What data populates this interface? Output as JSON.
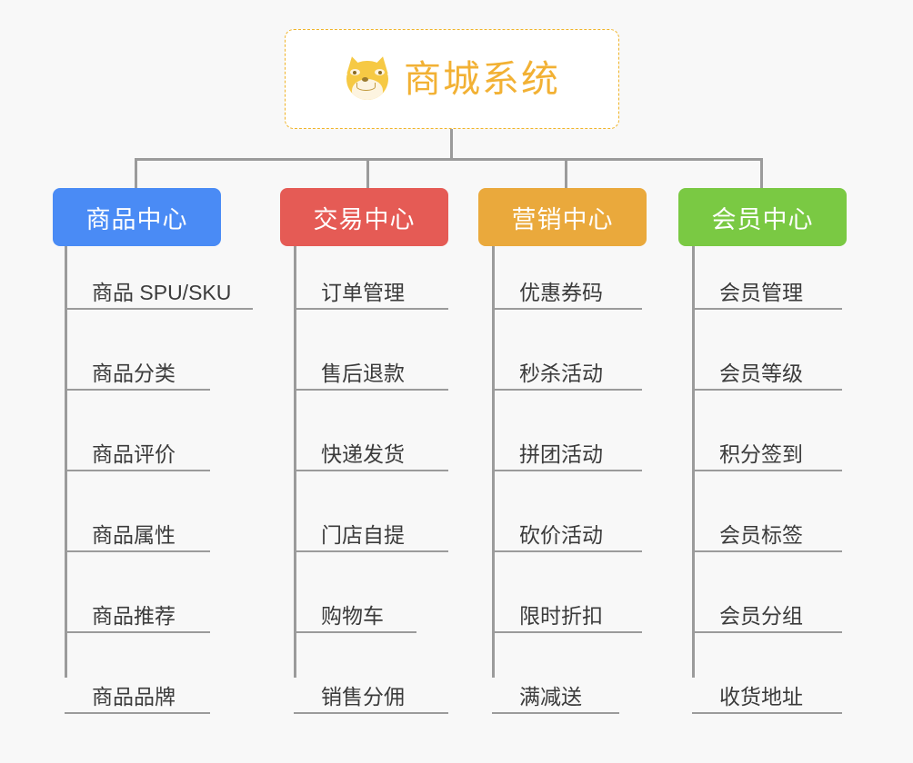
{
  "diagram": {
    "background_color": "#f8f8f8",
    "connector_color": "#9b9b9b",
    "root": {
      "title": "商城系统",
      "icon": "shiba-dog-face-icon",
      "text_color": "#f2b134",
      "border_color": "#f0b429",
      "background_color": "#ffffff"
    },
    "branches": [
      {
        "label": "商品中心",
        "color": "#4a8bf5",
        "items": [
          "商品 SPU/SKU",
          "商品分类",
          "商品评价",
          "商品属性",
          "商品推荐",
          "商品品牌"
        ]
      },
      {
        "label": "交易中心",
        "color": "#e55b55",
        "items": [
          "订单管理",
          "售后退款",
          "快递发货",
          "门店自提",
          "购物车",
          "销售分佣"
        ]
      },
      {
        "label": "营销中心",
        "color": "#eaa93c",
        "items": [
          "优惠券码",
          "秒杀活动",
          "拼团活动",
          "砍价活动",
          "限时折扣",
          "满减送"
        ]
      },
      {
        "label": "会员中心",
        "color": "#7ac943",
        "items": [
          "会员管理",
          "会员等级",
          "积分签到",
          "会员标签",
          "会员分组",
          "收货地址"
        ]
      }
    ]
  }
}
